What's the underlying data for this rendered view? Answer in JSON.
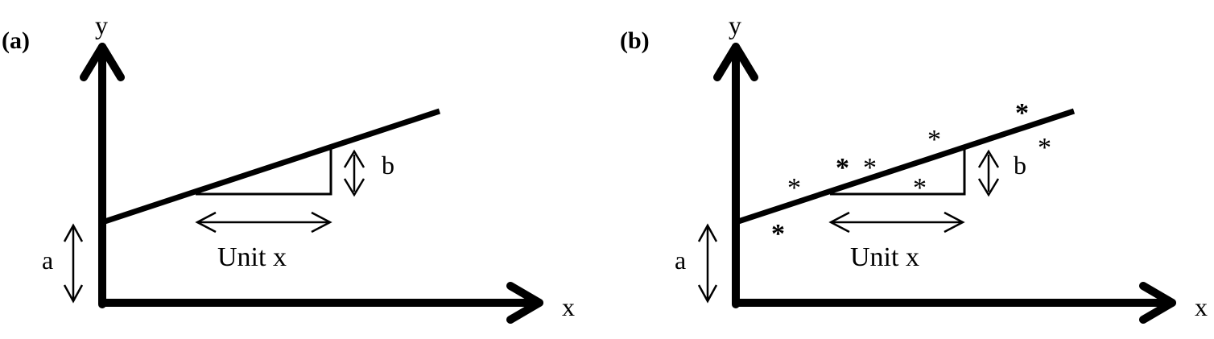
{
  "panels": [
    {
      "label": "(a)",
      "y_axis_label": "y",
      "x_axis_label": "x",
      "intercept_label": "a",
      "slope_label": "b",
      "unit_label": "Unit x",
      "has_data_points": false
    },
    {
      "label": "(b)",
      "y_axis_label": "y",
      "x_axis_label": "x",
      "intercept_label": "a",
      "slope_label": "b",
      "unit_label": "Unit x",
      "has_data_points": true,
      "point_marker": "*"
    }
  ],
  "colors": {
    "ink": "#000000",
    "background": "#ffffff"
  }
}
